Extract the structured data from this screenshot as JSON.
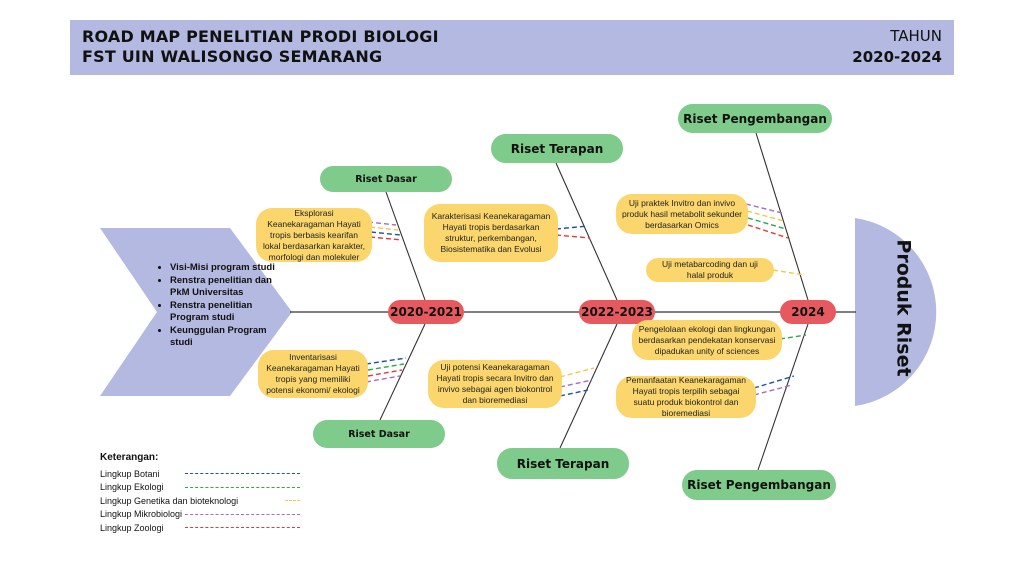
{
  "header": {
    "title_line1": "ROAD MAP PENELITIAN PRODI BIOLOGI",
    "title_line2": "FST UIN WALISONGO SEMARANG",
    "year_label": "TAHUN",
    "year_range": "2020-2024"
  },
  "input_arrow": {
    "items": [
      "Visi-Misi program studi",
      "Renstra penelitian dan PkM Universitas",
      "Renstra penelitian Program studi",
      "Keunggulan Program studi"
    ]
  },
  "head": {
    "label": "Produk Riset"
  },
  "milestones": [
    "2020-2021",
    "2022-2023",
    "2024"
  ],
  "categories": {
    "top1": "Riset Dasar",
    "bottom1": "Riset Dasar",
    "top2": "Riset Terapan",
    "bottom2": "Riset Terapan",
    "top3": "Riset Pengembangan",
    "bottom3": "Riset Pengembangan"
  },
  "notes": {
    "n1": "Eksplorasi Keanekaragaman Hayati tropis berbasis kearifan lokal berdasarkan karakter, morfologi dan molekuler",
    "n2": "Inventarisasi Keanekaragaman Hayati tropis yang memiliki potensi ekonomi/ ekologi",
    "n3": "Karakterisasi Keanekaragaman Hayati tropis berdasarkan struktur, perkembangan, Biosistematika dan Evolusi",
    "n4": "Uji potensi Keanekaragaman Hayati tropis secara Invitro dan invivo sebagai agen biokontrol dan bioremediasi",
    "n5": "Uji praktek Invitro dan invivo produk hasil metabolit sekunder berdasarkan Omics",
    "n6": "Uji metabarcoding dan uji halal produk",
    "n7": "Pengelolaan ekologi dan lingkungan berdasarkan pendekatan konservasi dipadukan unity of sciences",
    "n8": "Pemanfaatan Keanekaragaman Hayati tropis terpilih sebagai suatu produk biokontrol dan bioremediasi"
  },
  "legend": {
    "title": "Keterangan:",
    "items": [
      {
        "label": "Lingkup Botani",
        "color": "#1f4fa8"
      },
      {
        "label": "Lingkup Ekologi",
        "color": "#2ea84a"
      },
      {
        "label": "Lingkup Genetika dan bioteknologi",
        "color": "#f2c94c"
      },
      {
        "label": "Lingkup Mikrobiologi",
        "color": "#a76bc9"
      },
      {
        "label": "Lingkup Zoologi",
        "color": "#e53935"
      }
    ]
  }
}
